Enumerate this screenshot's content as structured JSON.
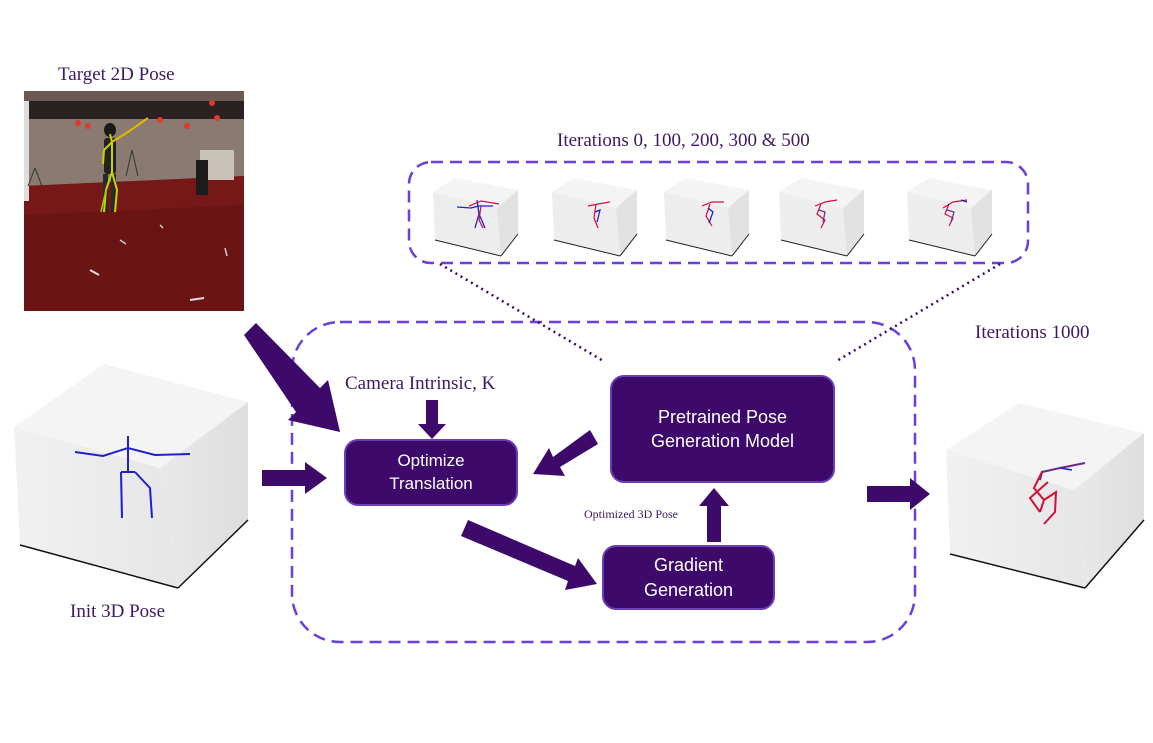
{
  "labels": {
    "target_2d_pose": "Target 2D Pose",
    "iterations_strip": "Iterations 0, 100, 200, 300 & 500",
    "iterations_final": "Iterations 1000",
    "init_3d_pose": "Init 3D Pose",
    "camera_intrinsic": "Camera Intrinsic, K",
    "optimized_3d_pose": "Optimized  3D Pose"
  },
  "boxes": {
    "optimize_translation": "Optimize\nTranslation",
    "pretrained_model": "Pretrained Pose\nGeneration Model",
    "gradient_generation": "Gradient\nGeneration"
  },
  "colors": {
    "box_fill": "#3d0a6b",
    "box_border": "#6a3fb8",
    "arrow": "#3d0a6b",
    "dashed_outline": "#6a3fdb",
    "text": "#3b1a63",
    "pose_blue": "#1f1fd0",
    "pose_red": "#d0103a",
    "floor_red": "#6b1414"
  }
}
